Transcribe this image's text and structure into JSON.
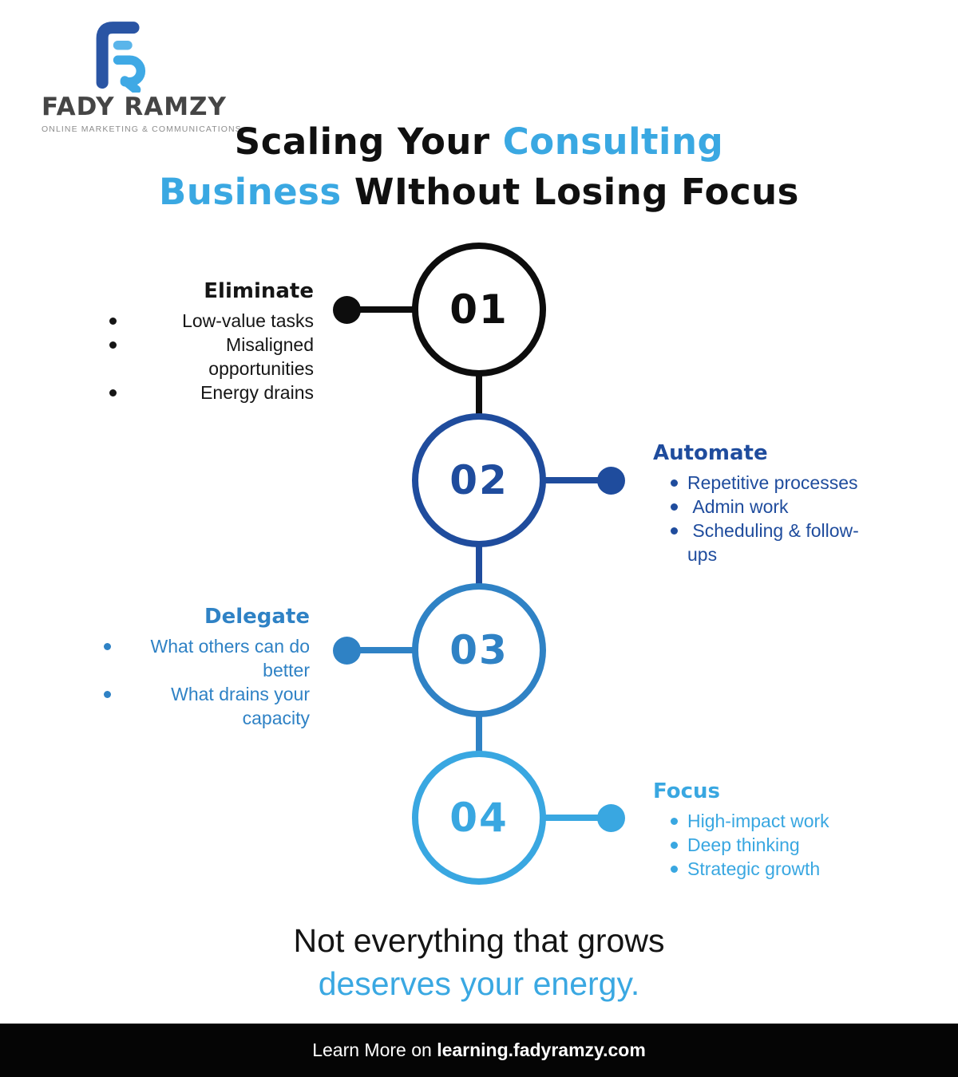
{
  "logo": {
    "name": "FADY RAMZY",
    "tagline": "ONLINE MARKETING & COMMUNICATIONS",
    "icon": "fady-ramzy-monogram"
  },
  "title": {
    "part1": "Scaling Your ",
    "part2": "Consulting",
    "part3": "Business",
    "part4": " WIthout Losing Focus"
  },
  "steps": [
    {
      "number": "01",
      "heading": "Eliminate",
      "side": "left",
      "color": "#0d0d0d",
      "bullets": [
        "Low-value tasks",
        "Misaligned opportunities",
        "Energy drains"
      ]
    },
    {
      "number": "02",
      "heading": "Automate",
      "side": "right",
      "color": "#1f4c9d",
      "bullets": [
        "Repetitive processes",
        " Admin work",
        " Scheduling & follow-ups"
      ]
    },
    {
      "number": "03",
      "heading": "Delegate",
      "side": "left",
      "color": "#2f82c5",
      "bullets": [
        "What others can do better",
        "What drains your capacity"
      ]
    },
    {
      "number": "04",
      "heading": "Focus",
      "side": "right",
      "color": "#39a7e1",
      "bullets": [
        "High-impact work",
        "Deep thinking",
        "Strategic growth"
      ]
    }
  ],
  "tagline": {
    "line1": "Not everything that grows",
    "line2": "deserves your energy."
  },
  "footer": {
    "prefix": "Learn More on ",
    "site": "learning.fadyramzy.com"
  },
  "colors": {
    "accent_light_blue": "#3aa8e2",
    "step1_black": "#0d0d0d",
    "step2_dark_blue": "#1f4c9d",
    "step3_medium_blue": "#2f82c5",
    "step4_light_blue": "#39a7e1",
    "logo_dark_blue": "#2a55a4",
    "logo_light_blue": "#3fa9e5",
    "footer_background": "#050505"
  }
}
